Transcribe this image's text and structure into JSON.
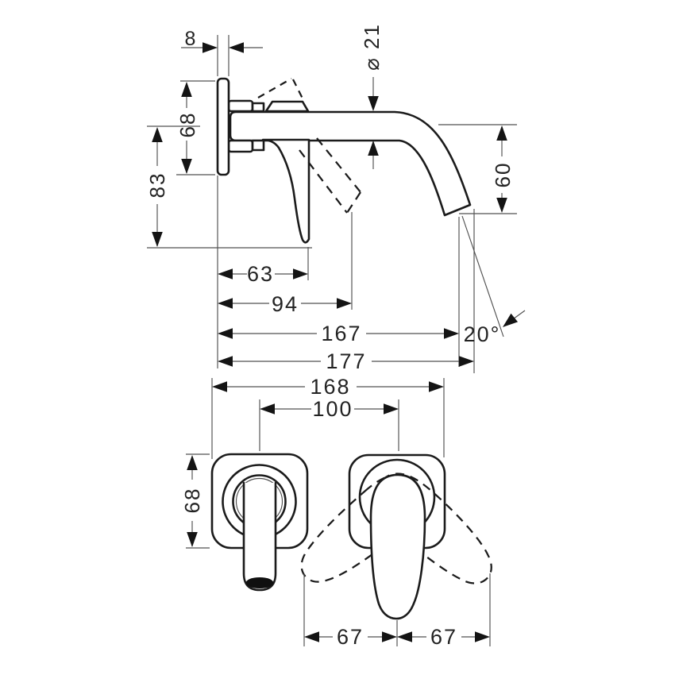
{
  "drawing": {
    "type": "technical-dimension-drawing",
    "subject": "wall-mounted single-lever basin mixer, side view and front view",
    "background": "#ffffff",
    "line_color": "#1b1b1b",
    "dim_color": "#232323"
  },
  "side_view": {
    "dims": {
      "plate_thickness": "8",
      "plate_height": "68",
      "center_to_lever_tip": "83",
      "spout_diameter": "⌀ 21",
      "spout_drop": "60",
      "lever_reach": "63",
      "lever_swing_reach": "94",
      "spout_reach": "167",
      "spout_angle": "20°",
      "total_reach": "177"
    }
  },
  "front_view": {
    "dims": {
      "overall_width": "168",
      "centers_distance": "100",
      "escutcheon_height": "68",
      "handle_swing_left": "67",
      "handle_swing_right": "67"
    }
  }
}
